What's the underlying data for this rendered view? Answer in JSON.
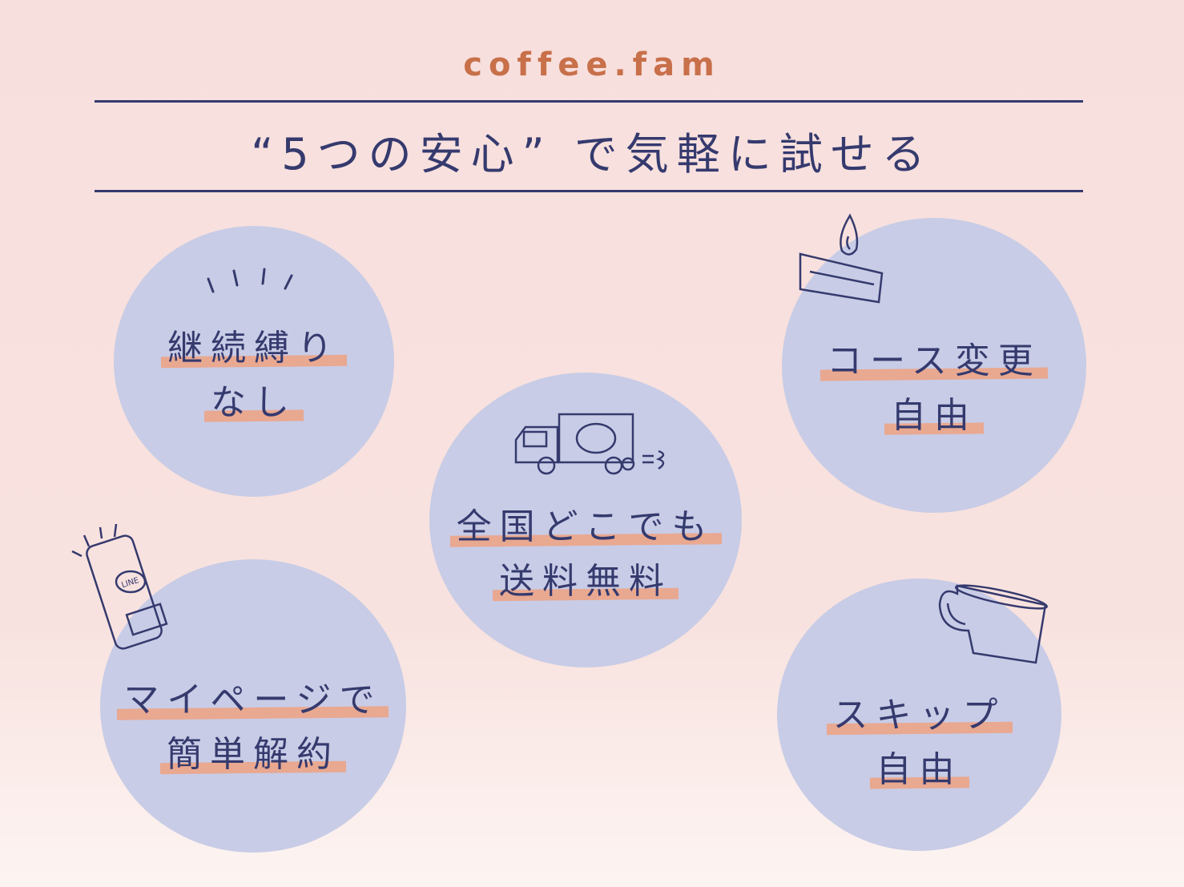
{
  "brand": "coffee.fam",
  "title": "“5つの安心” で気軽に試せる",
  "colors": {
    "brand": "#c8704a",
    "navy": "#353a6e",
    "circle": "#c8cce6",
    "highlight": "#e9a890"
  },
  "features": [
    {
      "lines": [
        "継続縛り",
        "なし"
      ],
      "icon": "sparkle-lines-icon"
    },
    {
      "lines": [
        "全国どこでも",
        "送料無料"
      ],
      "icon": "delivery-truck-icon"
    },
    {
      "lines": [
        "コース変更",
        "自由"
      ],
      "icon": "candle-icon"
    },
    {
      "lines": [
        "マイページで",
        "簡単解約"
      ],
      "icon": "smartphone-line-icon"
    },
    {
      "lines": [
        "スキップ",
        "自由"
      ],
      "icon": "mug-icon"
    }
  ]
}
